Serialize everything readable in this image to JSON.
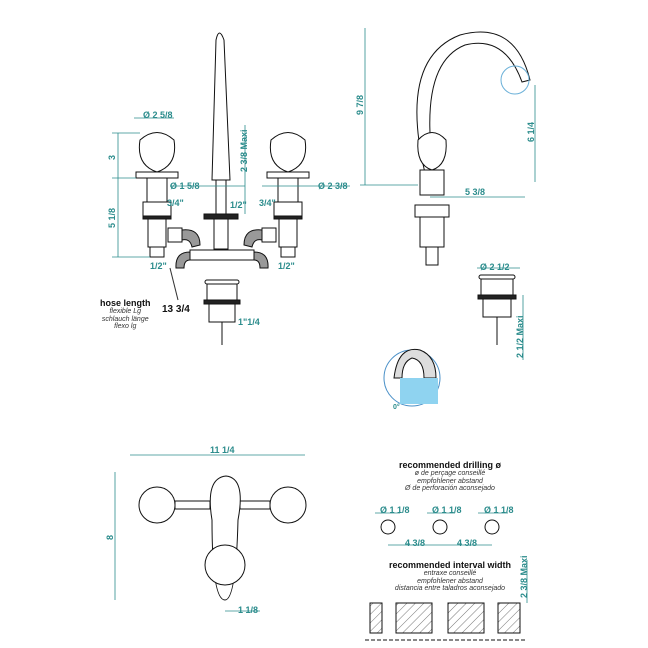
{
  "front_view": {
    "knob_diameter": "Ø 2 5/8",
    "knob_height": "3",
    "body_height": "5 1/8",
    "spout_base_diameter": "Ø 1 5/8",
    "flange_diameter": "Ø 2 3/8",
    "deck_max": "2 3/8  Maxi",
    "spout_thread": "1/2\"",
    "valve_thread_left": "3/4\"",
    "valve_thread_right": "3/4\"",
    "inlet_left": "1/2\"",
    "inlet_right": "1/2\"",
    "hose_length_value": "13 3/4",
    "hose_length_title": "hose length",
    "hose_length_fr": "flexible Lg",
    "hose_length_de": "schlauch länge",
    "hose_length_es": "flexo lg",
    "drain_thread": "1\"1/4"
  },
  "side_view": {
    "total_height": "9 7/8",
    "spout_height": "6 1/4",
    "spout_reach": "5 3/8",
    "drain_diameter": "Ø 2 1/2",
    "drain_max": "2 1/2  Maxi",
    "angle": "0°"
  },
  "top_view": {
    "width": "11 1/4",
    "depth": "8",
    "base": "1 1/8"
  },
  "drilling": {
    "title": "recommended drilling ø",
    "fr": "ø de perçage conseillé",
    "de": "empfohlener abstand",
    "es": "Ø de perforación aconsejado",
    "holes": [
      "Ø 1 1/8",
      "Ø 1 1/8",
      "Ø 1 1/8"
    ],
    "spacing": [
      "4 3/8",
      "4 3/8"
    ]
  },
  "interval": {
    "title": "recommended interval width",
    "fr": "entraxe conseillé",
    "de": "empfohlener abstand",
    "es": "distancia entre taladros aconsejado",
    "max": "2 3/8  Maxi"
  },
  "colors": {
    "dimension": "#2b8c8c",
    "line": "#111111",
    "detail_fill": "#8fd3f0"
  }
}
